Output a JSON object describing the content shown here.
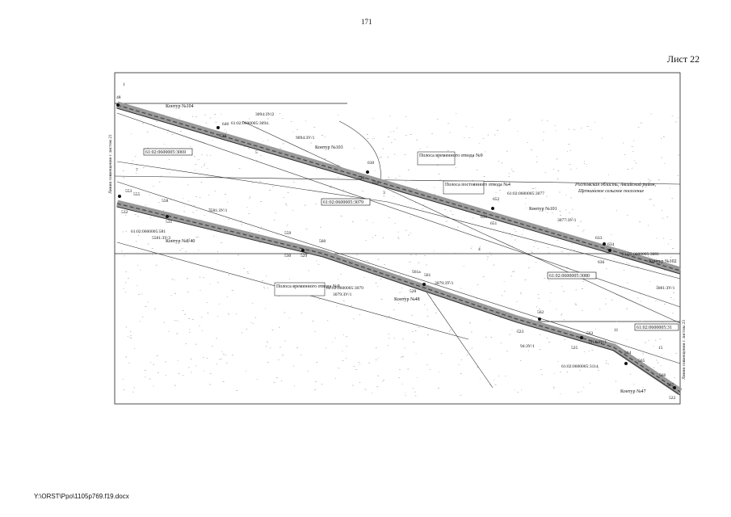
{
  "header": {
    "page_number": "171",
    "sheet": "Лист 22"
  },
  "footer": {
    "path": "Y:\\ORST\\Ppo\\1105p769.f19.docx"
  },
  "map": {
    "region_note": [
      "Ростовская область, Аксайский район,",
      "Щепкинское сельское поселение"
    ],
    "boundary_left": "Линия совмещения с листом 21",
    "boundary_right": "Линия совмещения с листом 23",
    "boxed_labels": [
      "61:02:0600005:3069",
      "61:02:0600005:3079",
      "61:02:0600005:3080",
      "61:02:0600005:31"
    ],
    "pipeline_labels": [
      "Полоса временного отвода №9",
      "Полоса постоянного отвода №4",
      "Полоса временного отвода №9"
    ],
    "contours": [
      "Контур №104",
      "Контур №103",
      "Контур №101",
      "Контур №102",
      "Контур №8/40",
      "Контур №48",
      "Контур №47"
    ],
    "parcel_labels": [
      "3094:ЗУ/2",
      "61:02:0600005:3094",
      "3094:ЗУ/1",
      "61:02:0600005:3077",
      "3077:ЗУ/1",
      "61:02:0600005:3081",
      "3081:ЗУ/1",
      "3581:ЗУ/1",
      "61:02:0600005:581",
      "5581:ЗУ/2",
      "61:02:0600005:3079",
      "3079:ЗУ/1",
      "3079:ЗУ/1",
      "61:02:0600005:3114",
      "3114:ЗУ/1",
      "94:ЗУ/1"
    ],
    "point_numbers": [
      "48",
      "640",
      "539",
      "630",
      "520",
      "631",
      "652",
      "631",
      "651",
      "633",
      "634",
      "636",
      "553",
      "555",
      "558",
      "531",
      "532",
      "559",
      "530",
      "529",
      "560",
      "561",
      "561a",
      "528",
      "562",
      "523",
      "563",
      "525",
      "564",
      "565",
      "566",
      "567",
      "522",
      "11",
      "15",
      "1",
      "5",
      "4",
      "3",
      "7"
    ]
  }
}
